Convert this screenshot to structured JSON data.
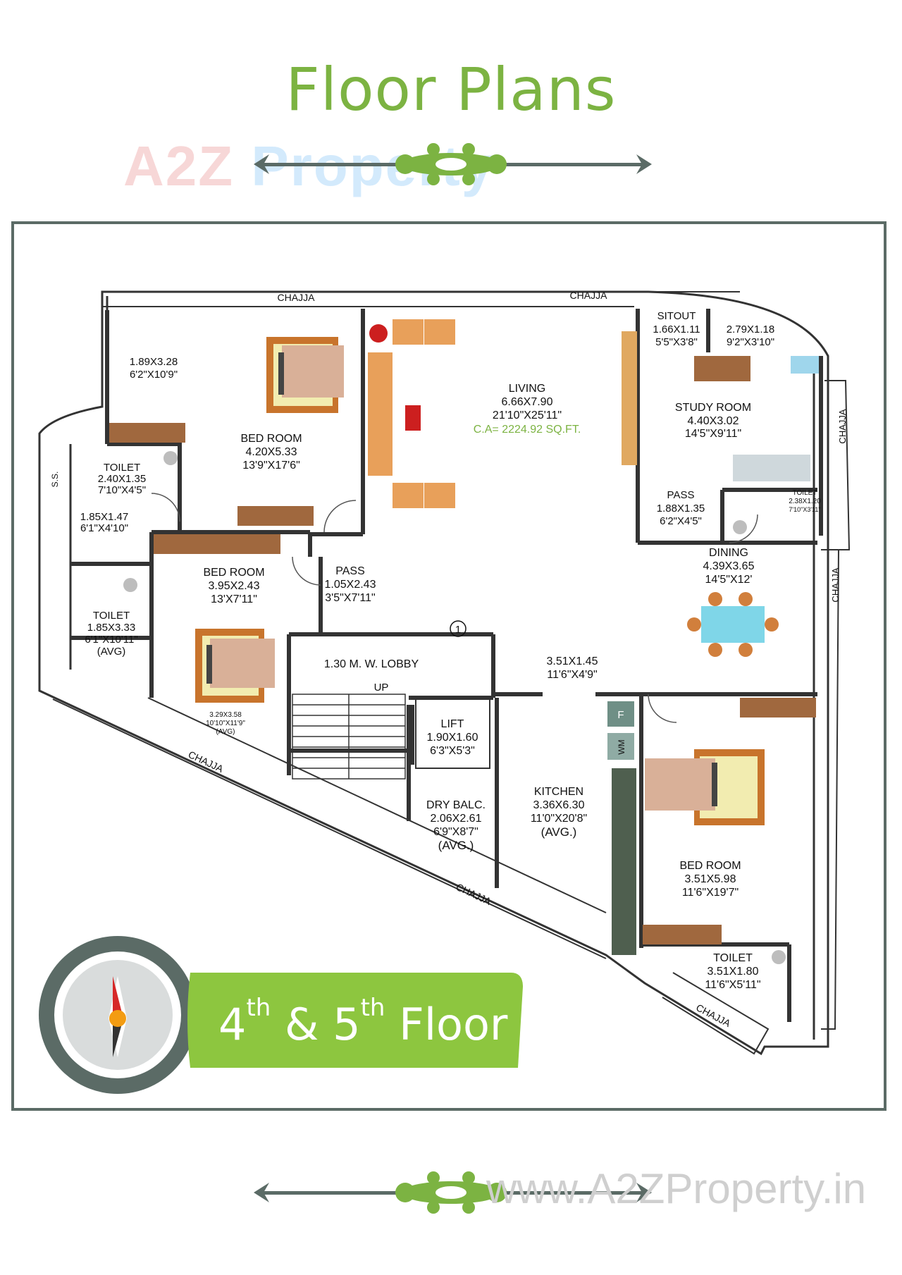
{
  "page_title": "Floor Plans",
  "watermark_logo": {
    "a": "A2Z",
    "p": "Property"
  },
  "watermark_url": "www.A2ZProperty.in",
  "floor_badge": {
    "n1": "4",
    "s1": "th",
    "amp": " & ",
    "n2": "5",
    "s2": "th",
    "word": " Floor"
  },
  "colors": {
    "accent_green": "#7cb342",
    "frame": "#5b6b66",
    "wall": "#333333"
  },
  "rooms": {
    "bed1": {
      "dim": "1.89X3.28",
      "imp": "6'2\"X10'9\""
    },
    "bedroom1": {
      "name": "BED ROOM",
      "dim": "4.20X5.33",
      "imp": "13'9\"X17'6\""
    },
    "living": {
      "name": "LIVING",
      "dim": "6.66X7.90",
      "imp": "21'10\"X25'11\"",
      "ca": "C.A= 2224.92 SQ.FT."
    },
    "sitout": {
      "name": "SITOUT",
      "dim": "1.66X1.11",
      "imp": "5'5\"X3'8\""
    },
    "sitout2": {
      "dim": "2.79X1.18",
      "imp": "9'2\"X3'10\""
    },
    "study": {
      "name": "STUDY ROOM",
      "dim": "4.40X3.02",
      "imp": "14'5\"X9'11\""
    },
    "toilet1": {
      "name": "TOILET",
      "dim": "2.40X1.35",
      "imp": "7'10\"X4'5\""
    },
    "ss": "S.S.",
    "passage1": {
      "dim": "1.85X1.47",
      "imp": "6'1\"X4'10\""
    },
    "pass_r": {
      "name": "PASS",
      "dim": "1.88X1.35",
      "imp": "6'2\"X4'5\""
    },
    "toilet_r": {
      "name": "TOILET",
      "dim": "2.38X1.20",
      "imp": "7'10\"X3'11\""
    },
    "dining": {
      "name": "DINING",
      "dim": "4.39X3.65",
      "imp": "14'5\"X12'"
    },
    "bedroom2": {
      "name": "BED ROOM",
      "dim": "3.95X2.43",
      "imp": "13'X7'11\""
    },
    "pass2": {
      "name": "PASS",
      "dim": "1.05X2.43",
      "imp": "3'5\"X7'11\""
    },
    "toilet2": {
      "name": "TOILET",
      "dim": "1.85X3.33",
      "imp": "6'1\"X10'11\"",
      "avg": "(AVG)"
    },
    "lobby": {
      "name": "1.30 M. W. LOBBY",
      "num": "1"
    },
    "up": "UP",
    "corridor": {
      "dim": "3.51X1.45",
      "imp": "11'6\"X4'9\""
    },
    "bed2sub": {
      "dim": "3.29X3.58",
      "imp": "10'10\"X11'9\"",
      "avg": "(AVG)"
    },
    "lift": {
      "name": "LIFT",
      "dim": "1.90X1.60",
      "imp": "6'3\"X5'3\""
    },
    "drybalc": {
      "name": "DRY BALC.",
      "dim": "2.06X2.61",
      "imp": "6'9\"X8'7\"",
      "avg": "(AVG.)"
    },
    "kitchen": {
      "name": "KITCHEN",
      "dim": "3.36X6.30",
      "imp": "11'0\"X20'8\"",
      "avg": "(AVG.)"
    },
    "fridge": "F",
    "wm": "WM",
    "bedroom3": {
      "name": "BED ROOM",
      "dim": "3.51X5.98",
      "imp": "11'6\"X19'7\""
    },
    "toilet3": {
      "name": "TOILET",
      "dim": "3.51X1.80",
      "imp": "11'6\"X5'11\""
    },
    "chajja": "CHAJJA"
  }
}
